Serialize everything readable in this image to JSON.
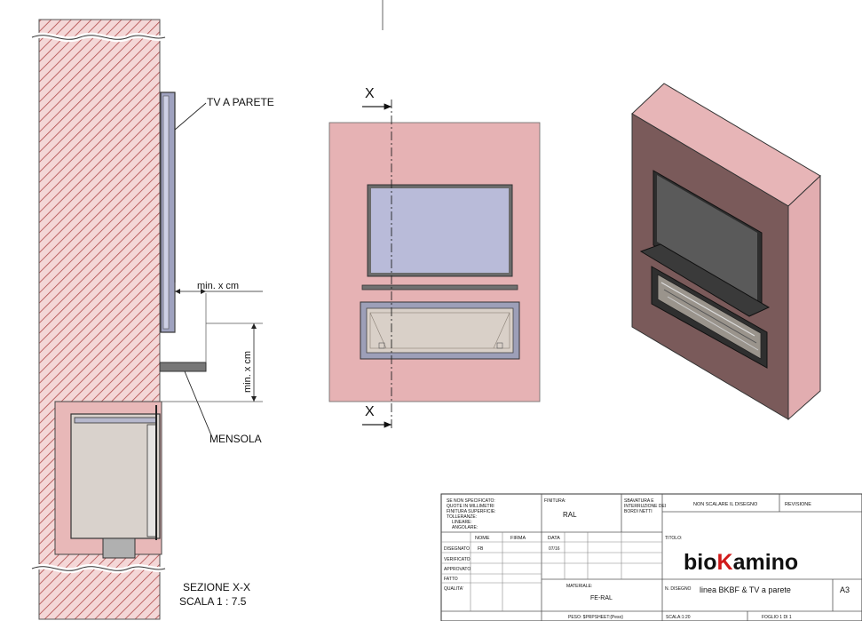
{
  "section": {
    "tv_label": "TV A PARETE",
    "shelf_label": "MENSOLA",
    "dim_horizontal": "min. x cm",
    "dim_vertical": "min. x cm",
    "view_name": "SEZIONE X-X",
    "view_scale": "SCALA 1 : 7.5"
  },
  "front_view": {
    "cut_marker_top": "X",
    "cut_marker_bottom": "X"
  },
  "colors": {
    "wall_front": "#e6b2b4",
    "wall_iso_face": "#7a5a5a",
    "wall_iso_side": "#e2adb0",
    "tv_screen": "#b9bbd9",
    "hatch": "#b04a4a"
  },
  "title_block": {
    "general_notes": [
      "SE NON SPECIFICATO:",
      "QUOTE IN MILLIMETRI",
      "FINITURA SUPERFICIE:",
      "TOLLERANZE:",
      "LINEARE:",
      "ANGOLARE:"
    ],
    "finish_label": "FINITURA:",
    "finish_value": "RAL",
    "edges_note": [
      "SBAVATURA E",
      "INTERRUZIONE DEI",
      "BORDI NETTI"
    ],
    "do_not_scale": "NON SCALARE IL DISEGNO",
    "revision_label": "REVISIONE",
    "col_name": "NOME",
    "col_signature": "FIRMA",
    "col_date": "DATA",
    "row_designed": "DISEGNATO",
    "row_checked": "VERIFICATO",
    "row_approved": "APPROVATO",
    "row_made": "FATTO",
    "row_quality": "QUALITA'",
    "designer_name": "FB",
    "designer_date": "07/16",
    "title_label": "TITOLO:",
    "logo_text": "bioKamino",
    "material_label": "MATERIALE:",
    "material_value": "FE-RAL",
    "drawing_no_label": "N. DISEGNO",
    "drawing_title": "linea BKBF & TV a parete",
    "sheet_size": "A3",
    "weight": "PESO: $PRPSHEET:{Peso}",
    "scale": "SCALA:1:20",
    "sheet_no": "FOGLIO 1 DI 1"
  }
}
